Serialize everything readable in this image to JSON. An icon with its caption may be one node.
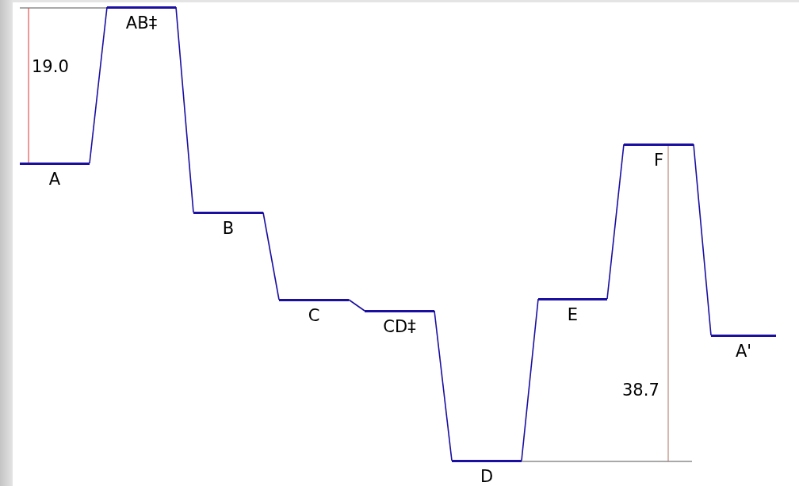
{
  "diagram": {
    "nodes": [
      {
        "text": [
          "A"
        ]
      },
      {
        "text": [
          "AB‡"
        ]
      },
      {
        "text": [
          "B"
        ]
      },
      {
        "text": [
          "C"
        ]
      },
      {
        "text": [
          "CD‡"
        ]
      },
      {
        "text": [
          "D"
        ]
      },
      {
        "text": [
          "E"
        ]
      },
      {
        "text": [
          "F"
        ]
      },
      {
        "text": [
          "A'"
        ]
      }
    ],
    "edges": [
      {
        "from": 0,
        "to": 1,
        "arrow": "none"
      },
      {
        "from": 1,
        "to": 2,
        "arrow": "none"
      },
      {
        "from": 2,
        "to": 3,
        "arrow": "none"
      },
      {
        "from": 3,
        "to": 4,
        "arrow": "none"
      },
      {
        "from": 4,
        "to": 5,
        "arrow": "none"
      },
      {
        "from": 5,
        "to": 6,
        "arrow": "none"
      },
      {
        "from": 6,
        "to": 7,
        "arrow": "none"
      },
      {
        "from": 7,
        "to": 8,
        "arrow": "none"
      }
    ],
    "labels": [
      "19.0",
      "38.7"
    ]
  }
}
